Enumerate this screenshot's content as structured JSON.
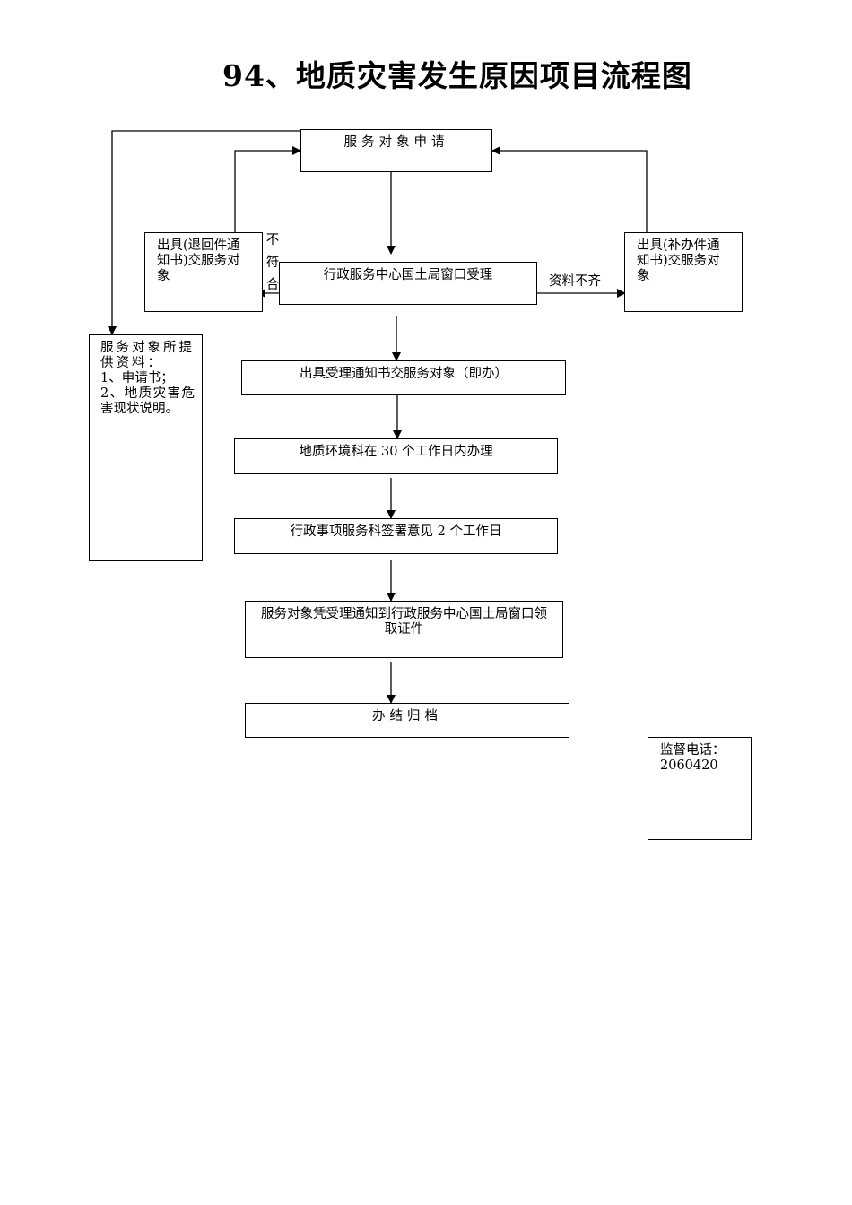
{
  "title": "94、地质灾害发生原因项目流程图",
  "nodes": {
    "apply": "服务对象申请",
    "window_accept": "行政服务中心国土局窗口受理",
    "return_notice": "出具(退回件通知书)交服务对象",
    "supplement_notice": "出具(补办件通知书)交服务对象",
    "materials": {
      "heading": "服务对象所提供资料：",
      "items": [
        "1、申请书；",
        "2、地质灾害危害现状说明。"
      ]
    },
    "accept_notice": "出具受理通知书交服务对象（即办）",
    "geo_env_process": "地质环境科在 30 个工作日内办理",
    "admin_sign": "行政事项服务科签署意见 2 个工作日",
    "collect_cert": "服务对象凭受理通知到行政服务中心国土局窗口领取证件",
    "archive": "办结归档",
    "supervision": {
      "label": "监督电话：",
      "phone": "2060420"
    }
  },
  "edge_labels": {
    "not_compliant": "不符合",
    "incomplete": "资料不齐"
  }
}
